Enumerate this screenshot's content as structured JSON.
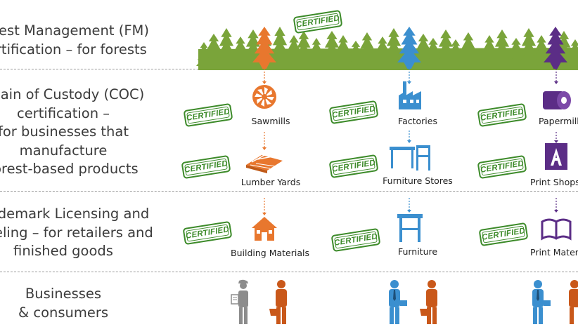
{
  "rows": {
    "fm": {
      "line1": "Forest Management (FM)",
      "line2": "certification – for forests"
    },
    "coc": {
      "line1": "Chain of Custody (COC)",
      "line2": "certification –",
      "line3": "for businesses that",
      "line4": "manufacture",
      "line5": "forest-based products"
    },
    "tm": {
      "line1": "Trademark Licensing and",
      "line2": "labeling – for retailers and",
      "line3": "finished goods"
    },
    "bc": {
      "line1": "Businesses",
      "line2": "& consumers"
    }
  },
  "stamp_text": "CERTIFIED",
  "columns": {
    "orange": {
      "coc1": "Sawmills",
      "coc2": "Lumber Yards",
      "tm": "Building Materials"
    },
    "blue": {
      "coc1": "Factories",
      "coc2": "Furniture Stores",
      "tm": "Furniture"
    },
    "purple": {
      "coc1": "Papermills",
      "coc2": "Print Shops",
      "tm": "Print Materials"
    }
  },
  "colors": {
    "orange": "#e8772e",
    "blue": "#3b8fcf",
    "purple": "#5b2d86",
    "green": "#7aa43a",
    "stamp": "#3d8b2a",
    "gray": "#8c8c8c"
  },
  "icons": {
    "orange": [
      "tree-icon",
      "saw-blade-icon",
      "lumber-icon",
      "house-icon"
    ],
    "blue": [
      "tree-icon",
      "factory-icon",
      "table-chairs-icon",
      "table-icon"
    ],
    "purple": [
      "tree-icon",
      "paper-roll-icon",
      "print-letter-icon",
      "book-icon"
    ],
    "people": [
      "worker-icon",
      "shopper-icon",
      "businessman-icon"
    ]
  }
}
